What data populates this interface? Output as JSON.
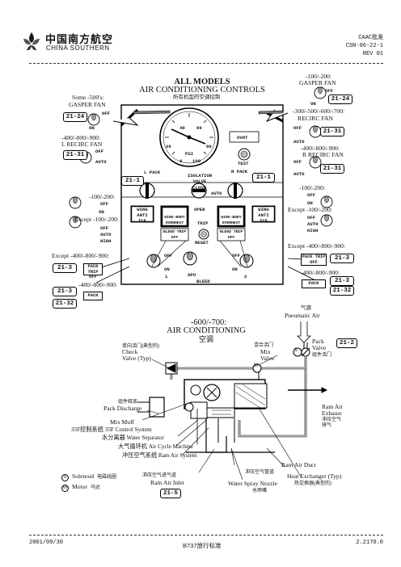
{
  "header": {
    "airline_cn": "中国南方航空",
    "airline_en": "CHINA SOUTHERN",
    "approval": "CAAC批准",
    "doc_number": "CSN-06-22-1",
    "revision": "REV 01"
  },
  "panel": {
    "title_line1": "ALL MODELS",
    "title_line2": "AIR CONDITIONING CONTROLS",
    "title_cn": "所有机型的空调控制",
    "gasper_left_model": "Some -500's:",
    "gasper_left_label": "GASPER FAN",
    "gasper_right_model": "-100/-200:",
    "gasper_right_label": "GASPER FAN",
    "recirc_left_model": "-400/-800/-900:",
    "recirc_left_label": "L RECIRC FAN",
    "recirc_right_model1": "-300/-500/-600/-700:",
    "recirc_right_label1": "RECIRC FAN",
    "recirc_right_model2": "-400/-800/-900:",
    "recirc_right_label2": "R RECIRC FAN",
    "off": "OFF",
    "on": "ON",
    "auto": "AUTO",
    "high": "HIGH",
    "gauge_unit": "PSI",
    "gauge_ticks": [
      "20",
      "40",
      "60",
      "80",
      "0",
      "100"
    ],
    "ovht": "OVHT",
    "test": "TEST",
    "l_pack": "L PACK",
    "r_pack": "R PACK",
    "isolation_valve": "ISOLATION VALVE",
    "close": "CLOSE",
    "open": "OPEN",
    "wing_anti_ice": "WING ANTI ICE",
    "wing_body_overheat": "WING-BODY OVERHEAT",
    "bleed_trip_off": "BLEED TRIP OFF",
    "trip": "TRIP",
    "reset": "RESET",
    "apu": "APU",
    "bleed": "BLEED",
    "engine_1": "1",
    "engine_2": "2",
    "pack_trip_off": "PACK TRIP OFF",
    "pack": "PACK",
    "pack_left_model_100": "-100/-200:",
    "pack_left_model_except": "Except -100/-200:",
    "pack_left_model_except2": "Except -400/-800/-900:",
    "pack_left_model_400": "-400/-800/-900:",
    "pack_right_model_100": "-100/-200:",
    "pack_right_model_except": "Except -100/-200:",
    "pack_right_model_except2": "Except -400/-800/-900:",
    "pack_right_model_400": "-400/-800/-900:",
    "refs": {
      "r1": "21-24",
      "r2": "21-24",
      "r3": "21-31",
      "r4": "21-31",
      "r5": "21-31",
      "r6": "21-1",
      "r7": "21-1",
      "r8": "21-3",
      "r9": "21-3",
      "r10": "21-32",
      "r11": "21-3",
      "r12": "21-3",
      "r13": "21-32"
    }
  },
  "schematic": {
    "title_model": "-600/-700:",
    "title_en": "AIR CONDITIONING",
    "title_cn": "空调",
    "pneumatic_cn": "气源",
    "pneumatic_en": "Pneumatic Air",
    "check_valve_cn": "单向活门(典型的)",
    "check_valve_en1": "Check",
    "check_valve_en2": "Valve (Typ)",
    "mix_valve_cn": "混合活门",
    "mix_valve_en1": "Mix",
    "mix_valve_en2": "Valve",
    "pack_valve_en1": "Pack",
    "pack_valve_en2": "Valve",
    "pack_valve_cn": "组件活门",
    "pack_valve_ref": "21-2",
    "pack_discharge_cn": "组件释放",
    "pack_discharge_en": "Pack Discharge",
    "mix_muff": "Mix Muff",
    "control_system": "35F控制系统 35F Control System",
    "water_separator": "水分离器 Water Separator",
    "acm": "大气循环机 Air Cycle Machine",
    "ram_air_system": "冲压空气系统 Ram Air System",
    "ram_air_exhaust_en1": "Ram Air",
    "ram_air_exhaust_en2": "Exhaust",
    "ram_air_exhaust_cn1": "冲压空气",
    "ram_air_exhaust_cn2": "排气",
    "solenoid_en": "Solenoid",
    "solenoid_cn": "电磁线圈",
    "motor_en": "Motor",
    "motor_cn": "马达",
    "ram_air_inlet_cn": "冲压空气进气道",
    "ram_air_inlet_en": "Ram Air Inlet",
    "ram_air_inlet_ref": "21-5",
    "ram_air_duct_cn": "冲压空气管道",
    "ram_air_duct_en": "Ram Air Duct",
    "water_spray_en": "Water Spray Nozzle",
    "water_spray_cn": "水喷嘴",
    "heat_exchanger_en": "Heat Exchanger (Typ)",
    "heat_exchanger_cn": "热交换器(典型的)",
    "symbol_s": "S",
    "symbol_m": "M"
  },
  "footer": {
    "date": "2001/09/30",
    "standard": "B737放行标准",
    "page": "2.2170.0"
  }
}
